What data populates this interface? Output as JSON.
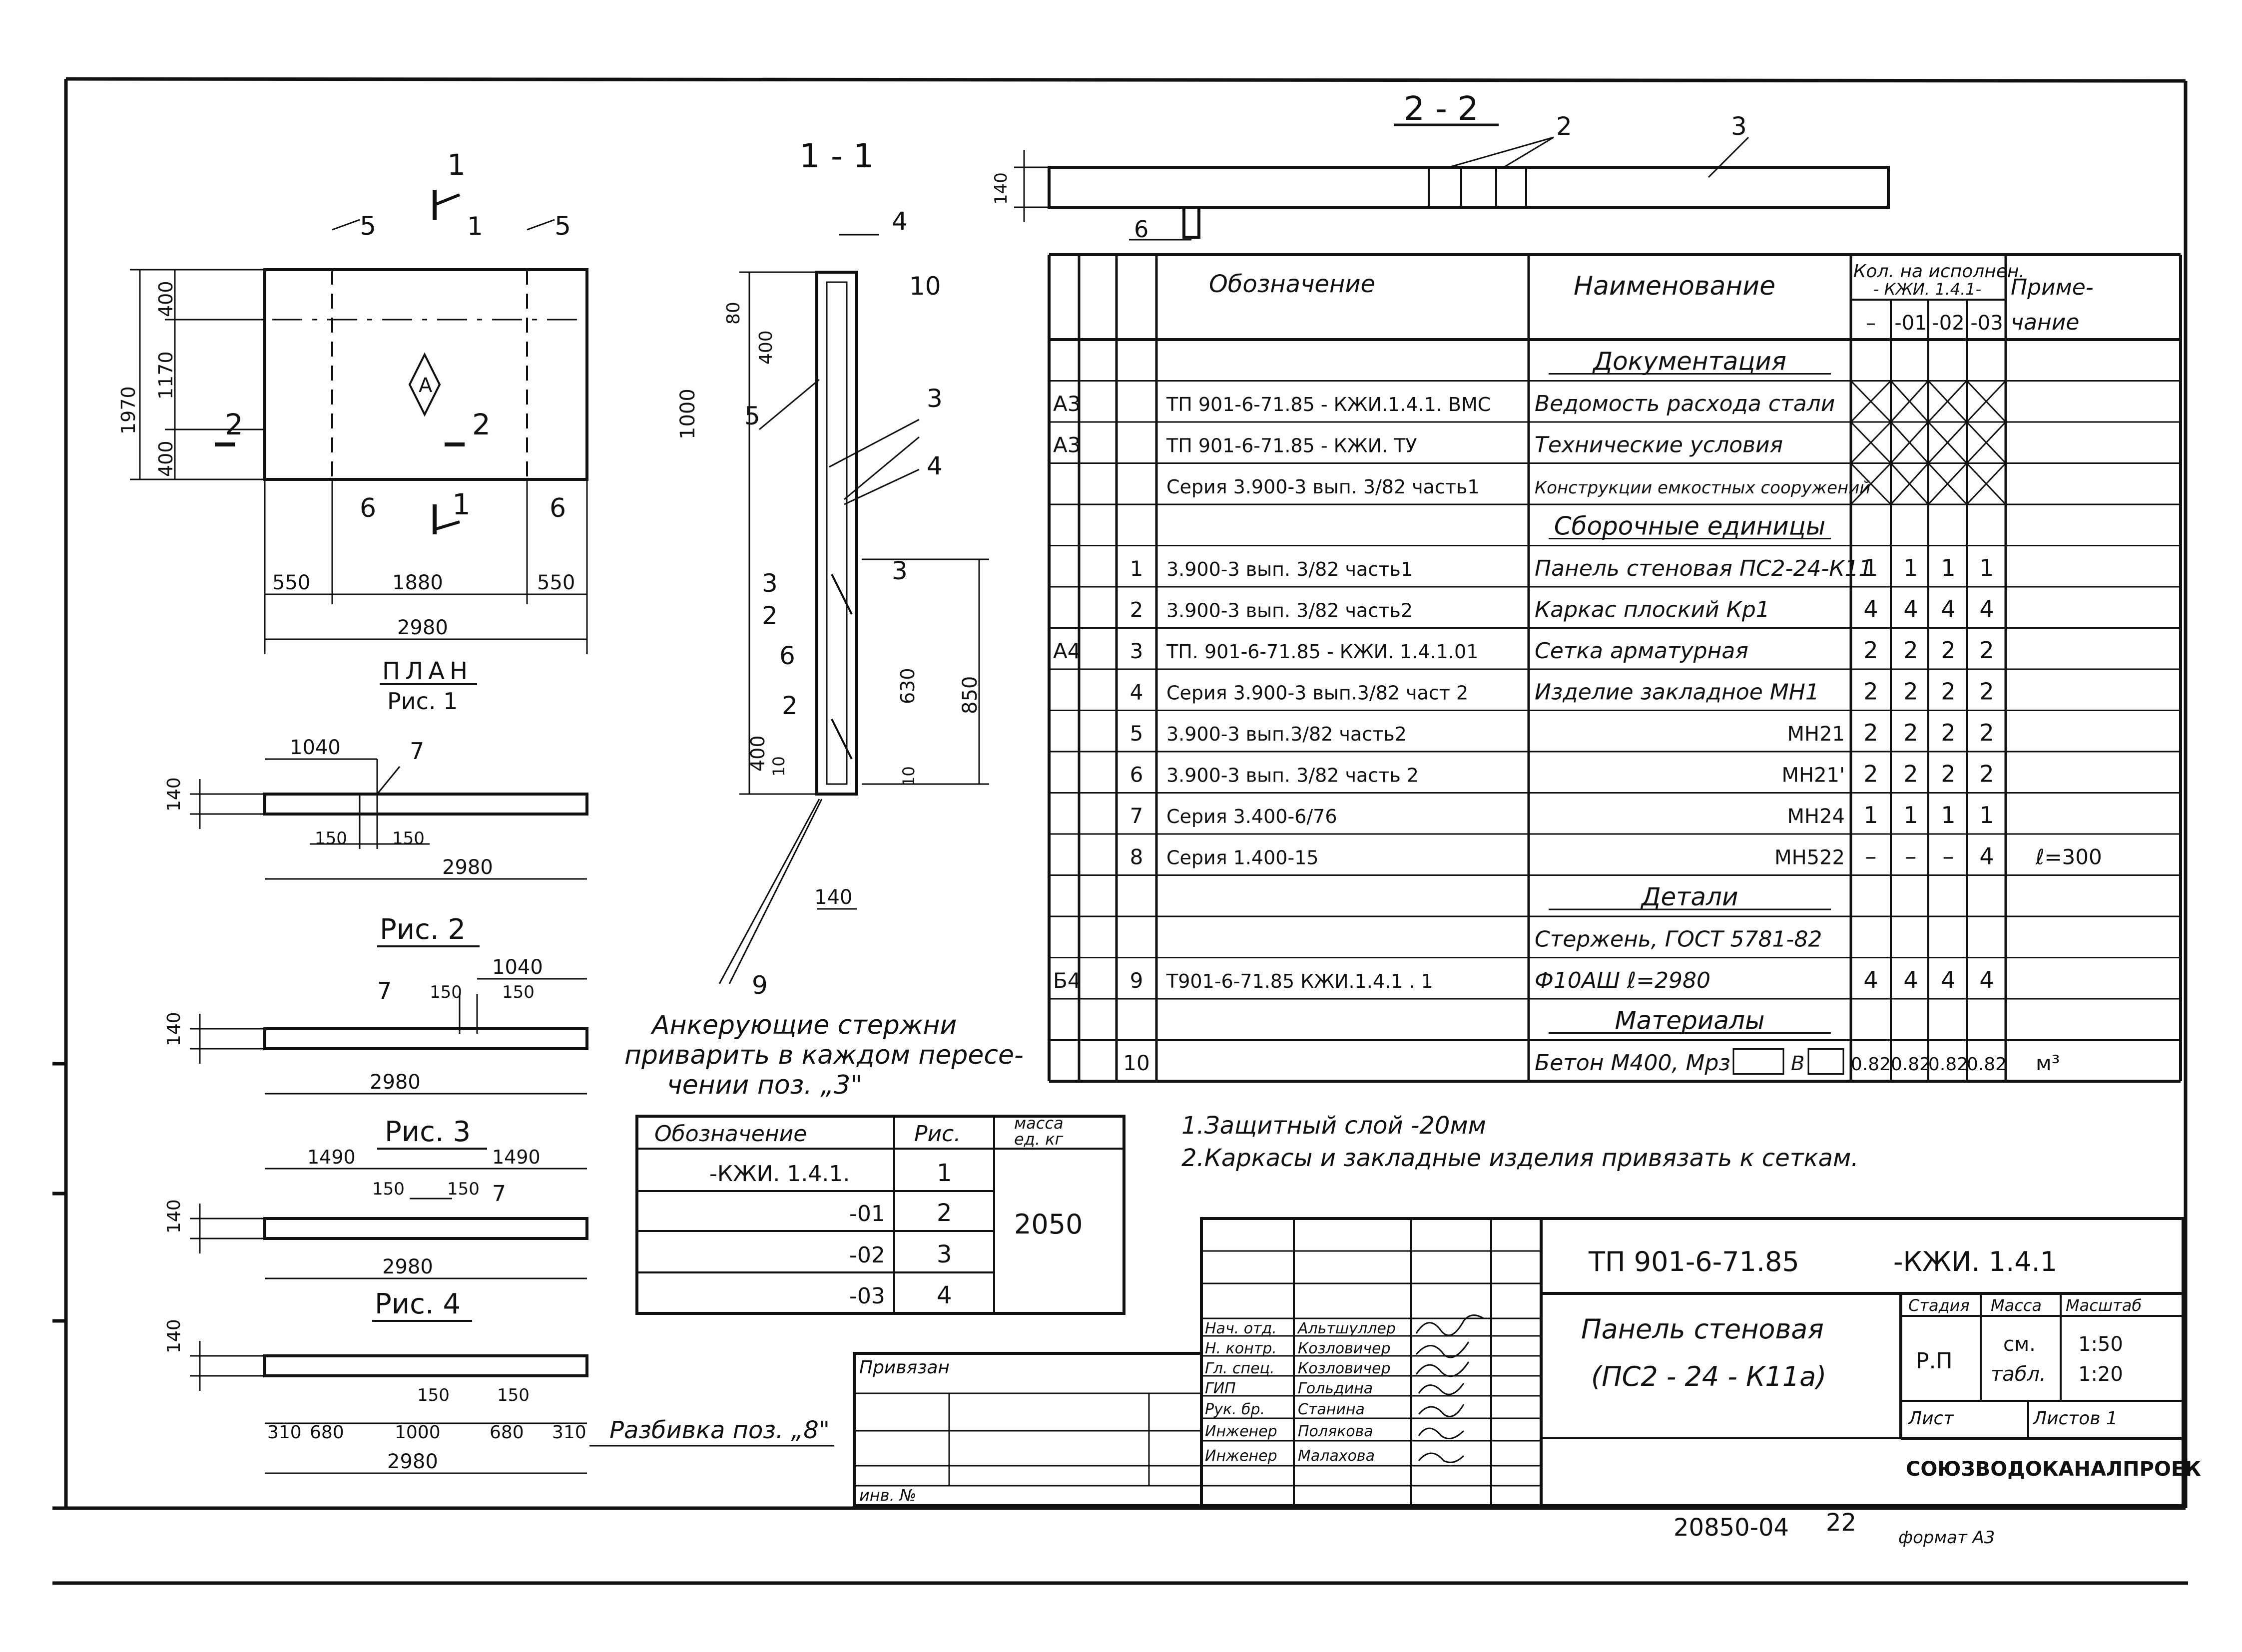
{
  "drawing": {
    "plan": {
      "section_mark": "1",
      "callout_1": "1",
      "callout_5a": "5",
      "callout_5b": "5",
      "callout_6a": "6",
      "callout_6b": "6",
      "callout_2a": "2",
      "callout_2b": "2",
      "callout_1b": "1",
      "mark_a": "A",
      "dim_400a": "400",
      "dim_1170": "1170",
      "dim_400b": "400",
      "dim_1970": "1970",
      "dim_550a": "550",
      "dim_1880": "1880",
      "dim_550b": "550",
      "dim_2980": "2980",
      "title": "ПЛАН",
      "fig": "Рис. 1"
    },
    "fig1_view": {
      "dim_140": "140",
      "dim_1040": "1040",
      "callout_7": "7",
      "dim_150a": "150",
      "dim_150b": "150",
      "dim_2980": "2980"
    },
    "fig2": {
      "title": "Рис. 2",
      "dim_140": "140",
      "dim_1040": "1040",
      "callout_7": "7",
      "dim_150a": "150",
      "dim_150b": "150",
      "dim_2980": "2980"
    },
    "fig3": {
      "title": "Рис. 3",
      "dim_140": "140",
      "dim_1490a": "1490",
      "dim_1490b": "1490",
      "dim_150a": "150",
      "dim_150b": "150",
      "callout_7": "7",
      "dim_2980": "2980"
    },
    "fig4": {
      "title": "Рис. 4",
      "dim_140": "140",
      "dim_150a": "150",
      "dim_150b": "150",
      "dim_310a": "310",
      "dim_680a": "680",
      "dim_1000": "1000",
      "dim_680b": "680",
      "dim_310b": "310",
      "dim_2980": "2980",
      "note": "Разбивка поз. „8\""
    },
    "section11": {
      "title": "1 - 1",
      "callouts": [
        "4",
        "10",
        "5",
        "3",
        "4",
        "3",
        "2",
        "3",
        "6",
        "2",
        "9"
      ],
      "dims": [
        "80",
        "400",
        "1000",
        "630",
        "850",
        "400",
        "10",
        "10",
        "140"
      ],
      "note_line1": "Анкерующие стержни",
      "note_line2": "приварить в каждом пересе-",
      "note_line3": "чении поз. „3\""
    },
    "section22": {
      "title": "2 - 2",
      "callout_2": "2",
      "callout_3": "3",
      "callout_6": "6",
      "dim_140": "140"
    }
  },
  "spec": {
    "headers": {
      "designation": "Обозначение",
      "name": "Наименование",
      "qty_title_1": "Кол. на исполнен.",
      "qty_title_2": "- КЖИ. 1.4.1-",
      "qty_cols": [
        "–",
        "-01",
        "-02",
        "-03"
      ],
      "note_1": "Приме-",
      "note_2": "чание"
    },
    "rows": [
      {
        "fmt": "",
        "pos": "",
        "des": "",
        "name": "Документация",
        "q": [
          "",
          "",
          "",
          ""
        ],
        "note": "",
        "kind": "section"
      },
      {
        "fmt": "А3",
        "pos": "",
        "des": "ТП 901-6-71.85 - КЖИ.1.4.1. ВМС",
        "name": "Ведомость расхода стали",
        "q": [
          "",
          "",
          "",
          ""
        ],
        "note": "",
        "kind": "cross"
      },
      {
        "fmt": "А3",
        "pos": "",
        "des": "ТП 901-6-71.85 - КЖИ. ТУ",
        "name": "Технические условия",
        "q": [
          "",
          "",
          "",
          ""
        ],
        "note": "",
        "kind": "cross"
      },
      {
        "fmt": "",
        "pos": "",
        "des": "Серия 3.900-3 вып. 3/82 часть1",
        "name": "Конструкции емкостных сооружений",
        "q": [
          "",
          "",
          "",
          ""
        ],
        "note": "",
        "kind": "cross"
      },
      {
        "fmt": "",
        "pos": "",
        "des": "",
        "name": "Сборочные единицы",
        "q": [
          "",
          "",
          "",
          ""
        ],
        "note": "",
        "kind": "section"
      },
      {
        "fmt": "",
        "pos": "1",
        "des": "3.900-3 вып. 3/82 часть1",
        "name": "Панель стеновая ПС2-24-К11",
        "q": [
          "1",
          "1",
          "1",
          "1"
        ],
        "note": "",
        "kind": "row"
      },
      {
        "fmt": "",
        "pos": "2",
        "des": "3.900-3 вып. 3/82 часть2",
        "name": "Каркас плоский Кр1",
        "q": [
          "4",
          "4",
          "4",
          "4"
        ],
        "note": "",
        "kind": "row"
      },
      {
        "fmt": "А4",
        "pos": "3",
        "des": "ТП. 901-6-71.85 - КЖИ. 1.4.1.01",
        "name": "Сетка арматурная",
        "q": [
          "2",
          "2",
          "2",
          "2"
        ],
        "note": "",
        "kind": "row"
      },
      {
        "fmt": "",
        "pos": "4",
        "des": "Серия 3.900-3 вып.3/82 част 2",
        "name": "Изделие закладное МН1",
        "q": [
          "2",
          "2",
          "2",
          "2"
        ],
        "note": "",
        "kind": "row"
      },
      {
        "fmt": "",
        "pos": "5",
        "des": "3.900-3 вып.3/82 часть2",
        "name": "МН21",
        "q": [
          "2",
          "2",
          "2",
          "2"
        ],
        "note": "",
        "kind": "rowright"
      },
      {
        "fmt": "",
        "pos": "6",
        "des": "3.900-3 вып. 3/82 часть 2",
        "name": "МН21'",
        "q": [
          "2",
          "2",
          "2",
          "2"
        ],
        "note": "",
        "kind": "rowright"
      },
      {
        "fmt": "",
        "pos": "7",
        "des": "Серия 3.400-6/76",
        "name": "МН24",
        "q": [
          "1",
          "1",
          "1",
          "1"
        ],
        "note": "",
        "kind": "rowright"
      },
      {
        "fmt": "",
        "pos": "8",
        "des": "Серия 1.400-15",
        "name": "МН522",
        "q": [
          "–",
          "–",
          "–",
          "4"
        ],
        "note": "ℓ=300",
        "kind": "rowright"
      },
      {
        "fmt": "",
        "pos": "",
        "des": "",
        "name": "Детали",
        "q": [
          "",
          "",
          "",
          ""
        ],
        "note": "",
        "kind": "section"
      },
      {
        "fmt": "",
        "pos": "",
        "des": "",
        "name": "Стержень, ГОСТ 5781-82",
        "q": [
          "",
          "",
          "",
          ""
        ],
        "note": "",
        "kind": "row"
      },
      {
        "fmt": "Б4",
        "pos": "9",
        "des": "Т901-6-71.85 КЖИ.1.4.1 . 1",
        "name": "Ф10АШ ℓ=2980",
        "q": [
          "4",
          "4",
          "4",
          "4"
        ],
        "note": "",
        "kind": "row"
      },
      {
        "fmt": "",
        "pos": "",
        "des": "",
        "name": "Материалы",
        "q": [
          "",
          "",
          "",
          ""
        ],
        "note": "",
        "kind": "section"
      },
      {
        "fmt": "",
        "pos": "10",
        "des": "",
        "name": "Бетон М400, Мрз",
        "name_b": "В",
        "q": [
          "0.82",
          "0.82",
          "0.82",
          "0.82"
        ],
        "note": "м³",
        "kind": "row"
      }
    ]
  },
  "notes": {
    "n1": "1.Защитный слой -20мм",
    "n2": "2.Каркасы и закладные изделия привязать к сеткам."
  },
  "mass_table": {
    "h_designation": "Обозначение",
    "h_fig": "Рис.",
    "h_mass_1": "масса",
    "h_mass_2": "ед. кг",
    "rows": [
      {
        "des": "-КЖИ. 1.4.1.",
        "fig": "1"
      },
      {
        "des": "-01",
        "fig": "2"
      },
      {
        "des": "-02",
        "fig": "3"
      },
      {
        "des": "-03",
        "fig": "4"
      }
    ],
    "mass": "2050"
  },
  "title_block": {
    "code": "ТП 901-6-71.85",
    "code_suffix": "-КЖИ. 1.4.1",
    "name_line1": "Панель стеновая",
    "name_line2": "(ПС2 - 24 - К11а)",
    "stage_h": "Стадия",
    "mass_h": "Масса",
    "scale_h": "Масштаб",
    "stage": "Р.П",
    "mass_1": "см.",
    "mass_2": "табл.",
    "scale_1": "1:50",
    "scale_2": "1:20",
    "sheet_h": "Лист",
    "sheets_h": "Листов 1",
    "org": "СОЮЗВОДОКАНАЛПРОЕК",
    "bound": "Привязан",
    "inv": "инв. №",
    "staff": [
      {
        "role": "Нач. отд.",
        "name": "Альтшуллер"
      },
      {
        "role": "Н. контр.",
        "name": "Козловичер"
      },
      {
        "role": "Гл. спец.",
        "name": "Козловичер"
      },
      {
        "role": "ГИП",
        "name": "Гольдина"
      },
      {
        "role": "Рук. бр.",
        "name": "Станина"
      },
      {
        "role": "Инженер",
        "name": "Полякова"
      },
      {
        "role": "Инженер",
        "name": "Малахова"
      }
    ],
    "archive": "20850-04",
    "page": "22",
    "format": "формат А3"
  }
}
